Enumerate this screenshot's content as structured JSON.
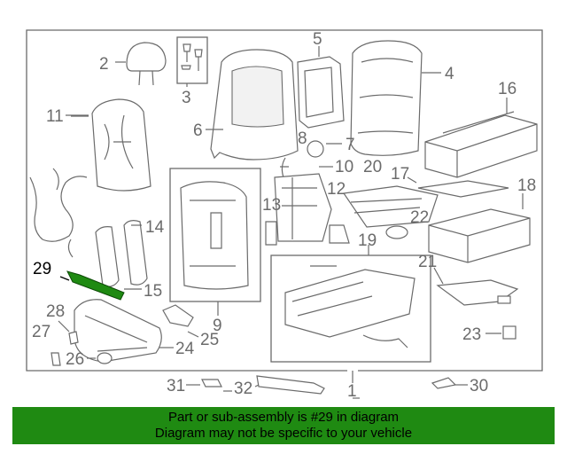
{
  "diagram": {
    "callouts": [
      "1",
      "2",
      "3",
      "4",
      "5",
      "6",
      "7",
      "8",
      "9",
      "10",
      "11",
      "12",
      "13",
      "14",
      "15",
      "16",
      "17",
      "18",
      "19",
      "20",
      "21",
      "22",
      "23",
      "24",
      "25",
      "26",
      "27",
      "28",
      "29",
      "30",
      "31",
      "32"
    ],
    "highlighted_callout": "29",
    "highlight_color": "#1f8a12",
    "line_color": "#6b6b6b"
  },
  "banner": {
    "line1": "Part or sub-assembly is #29 in diagram",
    "line2": "Diagram may not be specific to your vehicle",
    "background": "#1f8a12"
  }
}
